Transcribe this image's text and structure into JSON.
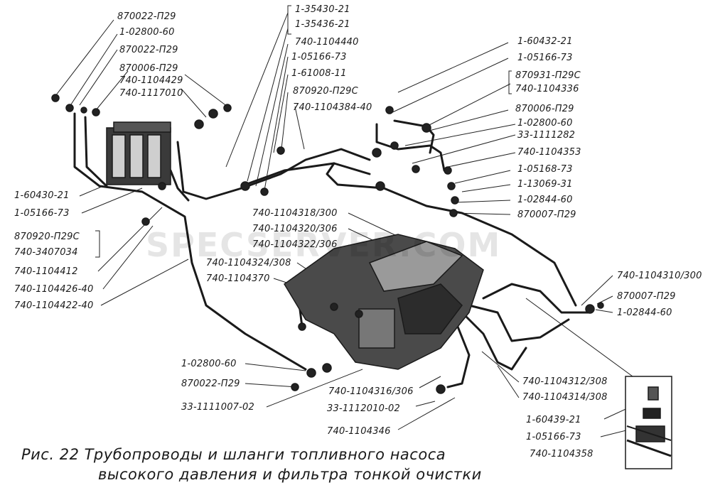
{
  "watermark": "SPECSERVER.COM",
  "caption": {
    "line1": "Рис. 22 Трубопроводы и шланги топливного насоса",
    "line2": "высокого давления и фильтра тонкой очистки"
  },
  "labels": {
    "l01": "870022-П29",
    "l02": "1-02800-60",
    "l03": "870022-П29",
    "l04": "870006-П29",
    "l05": "740-1104429",
    "l06": "740-1117010",
    "l07": "1-35430-21",
    "l08": "1-35436-21",
    "l09": "740-1104440",
    "l10": "1-05166-73",
    "l11": "1-61008-11",
    "l12": "870920-П29С",
    "l13": "740-1104384-40",
    "l14": "1-60432-21",
    "l15": "1-05166-73",
    "l16": "870931-П29С",
    "l17": "740-1104336",
    "l18": "870006-П29",
    "l19": "1-02800-60",
    "l20": "33-1111282",
    "l21": "740-1104353",
    "l22": "1-05168-73",
    "l23": "1-13069-31",
    "l24": "1-02844-60",
    "l25": "870007-П29",
    "l26": "1-60430-21",
    "l27": "1-05166-73",
    "l28": "870920-П29С",
    "l29": "740-3407034",
    "l30": "740-1104412",
    "l31": "740-1104426-40",
    "l32": "740-1104422-40",
    "l33": "740-1104318/300",
    "l34": "740-1104320/306",
    "l35": "740-1104322/306",
    "l36": "740-1104324/308",
    "l37": "740-1104370",
    "l38": "740-1104310/300",
    "l39": "870007-П29",
    "l40": "1-02844-60",
    "l41": "1-02800-60",
    "l42": "870022-П29",
    "l43": "33-1111007-02",
    "l44": "740-1104316/306",
    "l45": "33-1112010-02",
    "l46": "740-1104346",
    "l47": "740-1104312/308",
    "l48": "740-1104314/308",
    "l49": "1-60439-21",
    "l50": "1-05166-73",
    "l51": "740-1104358"
  }
}
